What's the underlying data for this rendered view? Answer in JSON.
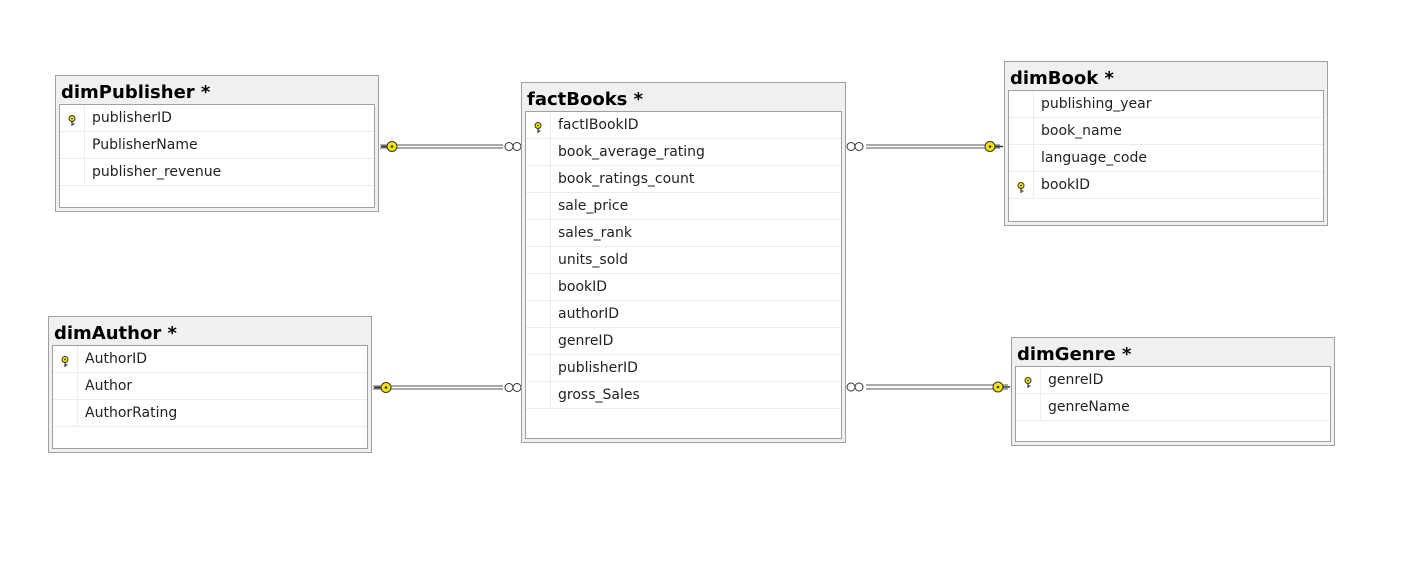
{
  "tables": {
    "dimPublisher": {
      "title": "dimPublisher *",
      "columns": [
        {
          "name": "publisherID",
          "key": true
        },
        {
          "name": "PublisherName",
          "key": false
        },
        {
          "name": "publisher_revenue",
          "key": false
        }
      ]
    },
    "dimAuthor": {
      "title": "dimAuthor *",
      "columns": [
        {
          "name": "AuthorID",
          "key": true
        },
        {
          "name": "Author",
          "key": false
        },
        {
          "name": "AuthorRating",
          "key": false
        }
      ]
    },
    "factBooks": {
      "title": "factBooks *",
      "columns": [
        {
          "name": "factIBookID",
          "key": true
        },
        {
          "name": "book_average_rating",
          "key": false
        },
        {
          "name": "book_ratings_count",
          "key": false
        },
        {
          "name": "sale_price",
          "key": false
        },
        {
          "name": "sales_rank",
          "key": false
        },
        {
          "name": "units_sold",
          "key": false
        },
        {
          "name": "bookID",
          "key": false
        },
        {
          "name": "authorID",
          "key": false
        },
        {
          "name": "genreID",
          "key": false
        },
        {
          "name": "publisherID",
          "key": false
        },
        {
          "name": "gross_Sales",
          "key": false
        }
      ]
    },
    "dimBook": {
      "title": "dimBook *",
      "columns": [
        {
          "name": "publishing_year",
          "key": false
        },
        {
          "name": "book_name",
          "key": false
        },
        {
          "name": "language_code",
          "key": false
        },
        {
          "name": "bookID",
          "key": true
        }
      ]
    },
    "dimGenre": {
      "title": "dimGenre *",
      "columns": [
        {
          "name": "genreID",
          "key": true
        },
        {
          "name": "genreName",
          "key": false
        }
      ]
    }
  },
  "relationships": [
    {
      "from": "factBooks",
      "to": "dimPublisher",
      "from_end": "many",
      "to_end": "one"
    },
    {
      "from": "factBooks",
      "to": "dimAuthor",
      "from_end": "many",
      "to_end": "one"
    },
    {
      "from": "factBooks",
      "to": "dimBook",
      "from_end": "many",
      "to_end": "one"
    },
    {
      "from": "factBooks",
      "to": "dimGenre",
      "from_end": "many",
      "to_end": "one"
    }
  ],
  "colors": {
    "key_yellow": "#f5e400",
    "border": "#a0a0a0",
    "header_bg": "#f0f0f0"
  }
}
